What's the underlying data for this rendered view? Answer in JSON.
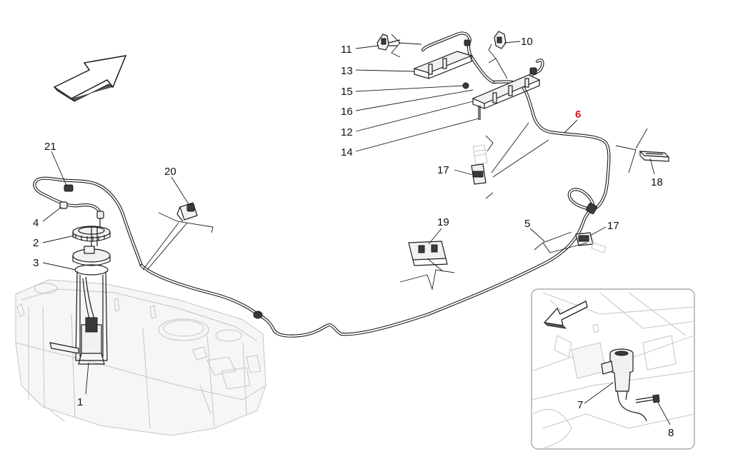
{
  "callouts": [
    {
      "id": "1",
      "text": "1"
    },
    {
      "id": "2",
      "text": "2"
    },
    {
      "id": "3",
      "text": "3"
    },
    {
      "id": "4",
      "text": "4"
    },
    {
      "id": "5",
      "text": "5"
    },
    {
      "id": "6",
      "text": "6",
      "highlight": true
    },
    {
      "id": "7",
      "text": "7"
    },
    {
      "id": "8",
      "text": "8"
    },
    {
      "id": "10",
      "text": "10"
    },
    {
      "id": "11",
      "text": "11"
    },
    {
      "id": "12",
      "text": "12"
    },
    {
      "id": "13",
      "text": "13"
    },
    {
      "id": "14",
      "text": "14"
    },
    {
      "id": "15",
      "text": "15"
    },
    {
      "id": "16",
      "text": "16"
    },
    {
      "id": "17a",
      "text": "17"
    },
    {
      "id": "17b",
      "text": "17"
    },
    {
      "id": "18",
      "text": "18"
    },
    {
      "id": "19",
      "text": "19"
    },
    {
      "id": "20",
      "text": "20"
    },
    {
      "id": "21",
      "text": "21"
    }
  ],
  "colors": {
    "line": "#1b1b1b",
    "ghost": "#c4c4c4",
    "highlight": "#e0141e",
    "background": "#ffffff"
  },
  "icons": [
    "direction-arrow-icon",
    "inset-direction-arrow-icon"
  ]
}
